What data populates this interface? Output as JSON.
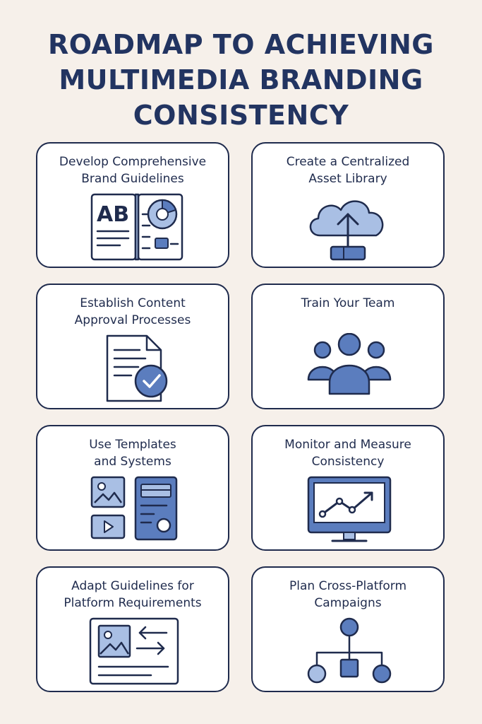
{
  "title": {
    "line1": "ROADMAP TO ACHIEVING",
    "line2": "MULTIMEDIA BRANDING",
    "line3": "CONSISTENCY"
  },
  "steps": [
    {
      "line1": "Develop Comprehensive",
      "line2": "Brand Guidelines",
      "icon": "brand-guidelines-book-icon"
    },
    {
      "line1": "Create a Centralized",
      "line2": "Asset Library",
      "icon": "cloud-upload-icon"
    },
    {
      "line1": "Establish Content",
      "line2": "Approval Processes",
      "icon": "document-approved-icon"
    },
    {
      "line1": "Train Your Team",
      "line2": "",
      "icon": "team-group-icon"
    },
    {
      "line1": "Use Templates",
      "line2": "and Systems",
      "icon": "templates-icon"
    },
    {
      "line1": "Monitor and Measure",
      "line2": "Consistency",
      "icon": "monitor-analytics-icon"
    },
    {
      "line1": "Adapt Guidelines for",
      "line2": "Platform Requirements",
      "icon": "image-adapt-arrows-icon"
    },
    {
      "line1": "Plan Cross-Platform",
      "line2": "Campaigns",
      "icon": "hierarchy-network-icon"
    }
  ],
  "colors": {
    "background": "#f6f0ea",
    "title": "#223461",
    "outline": "#1f2b4d",
    "icon_fill": "#5b7dbe",
    "icon_fill_light": "#a9bfe4"
  }
}
